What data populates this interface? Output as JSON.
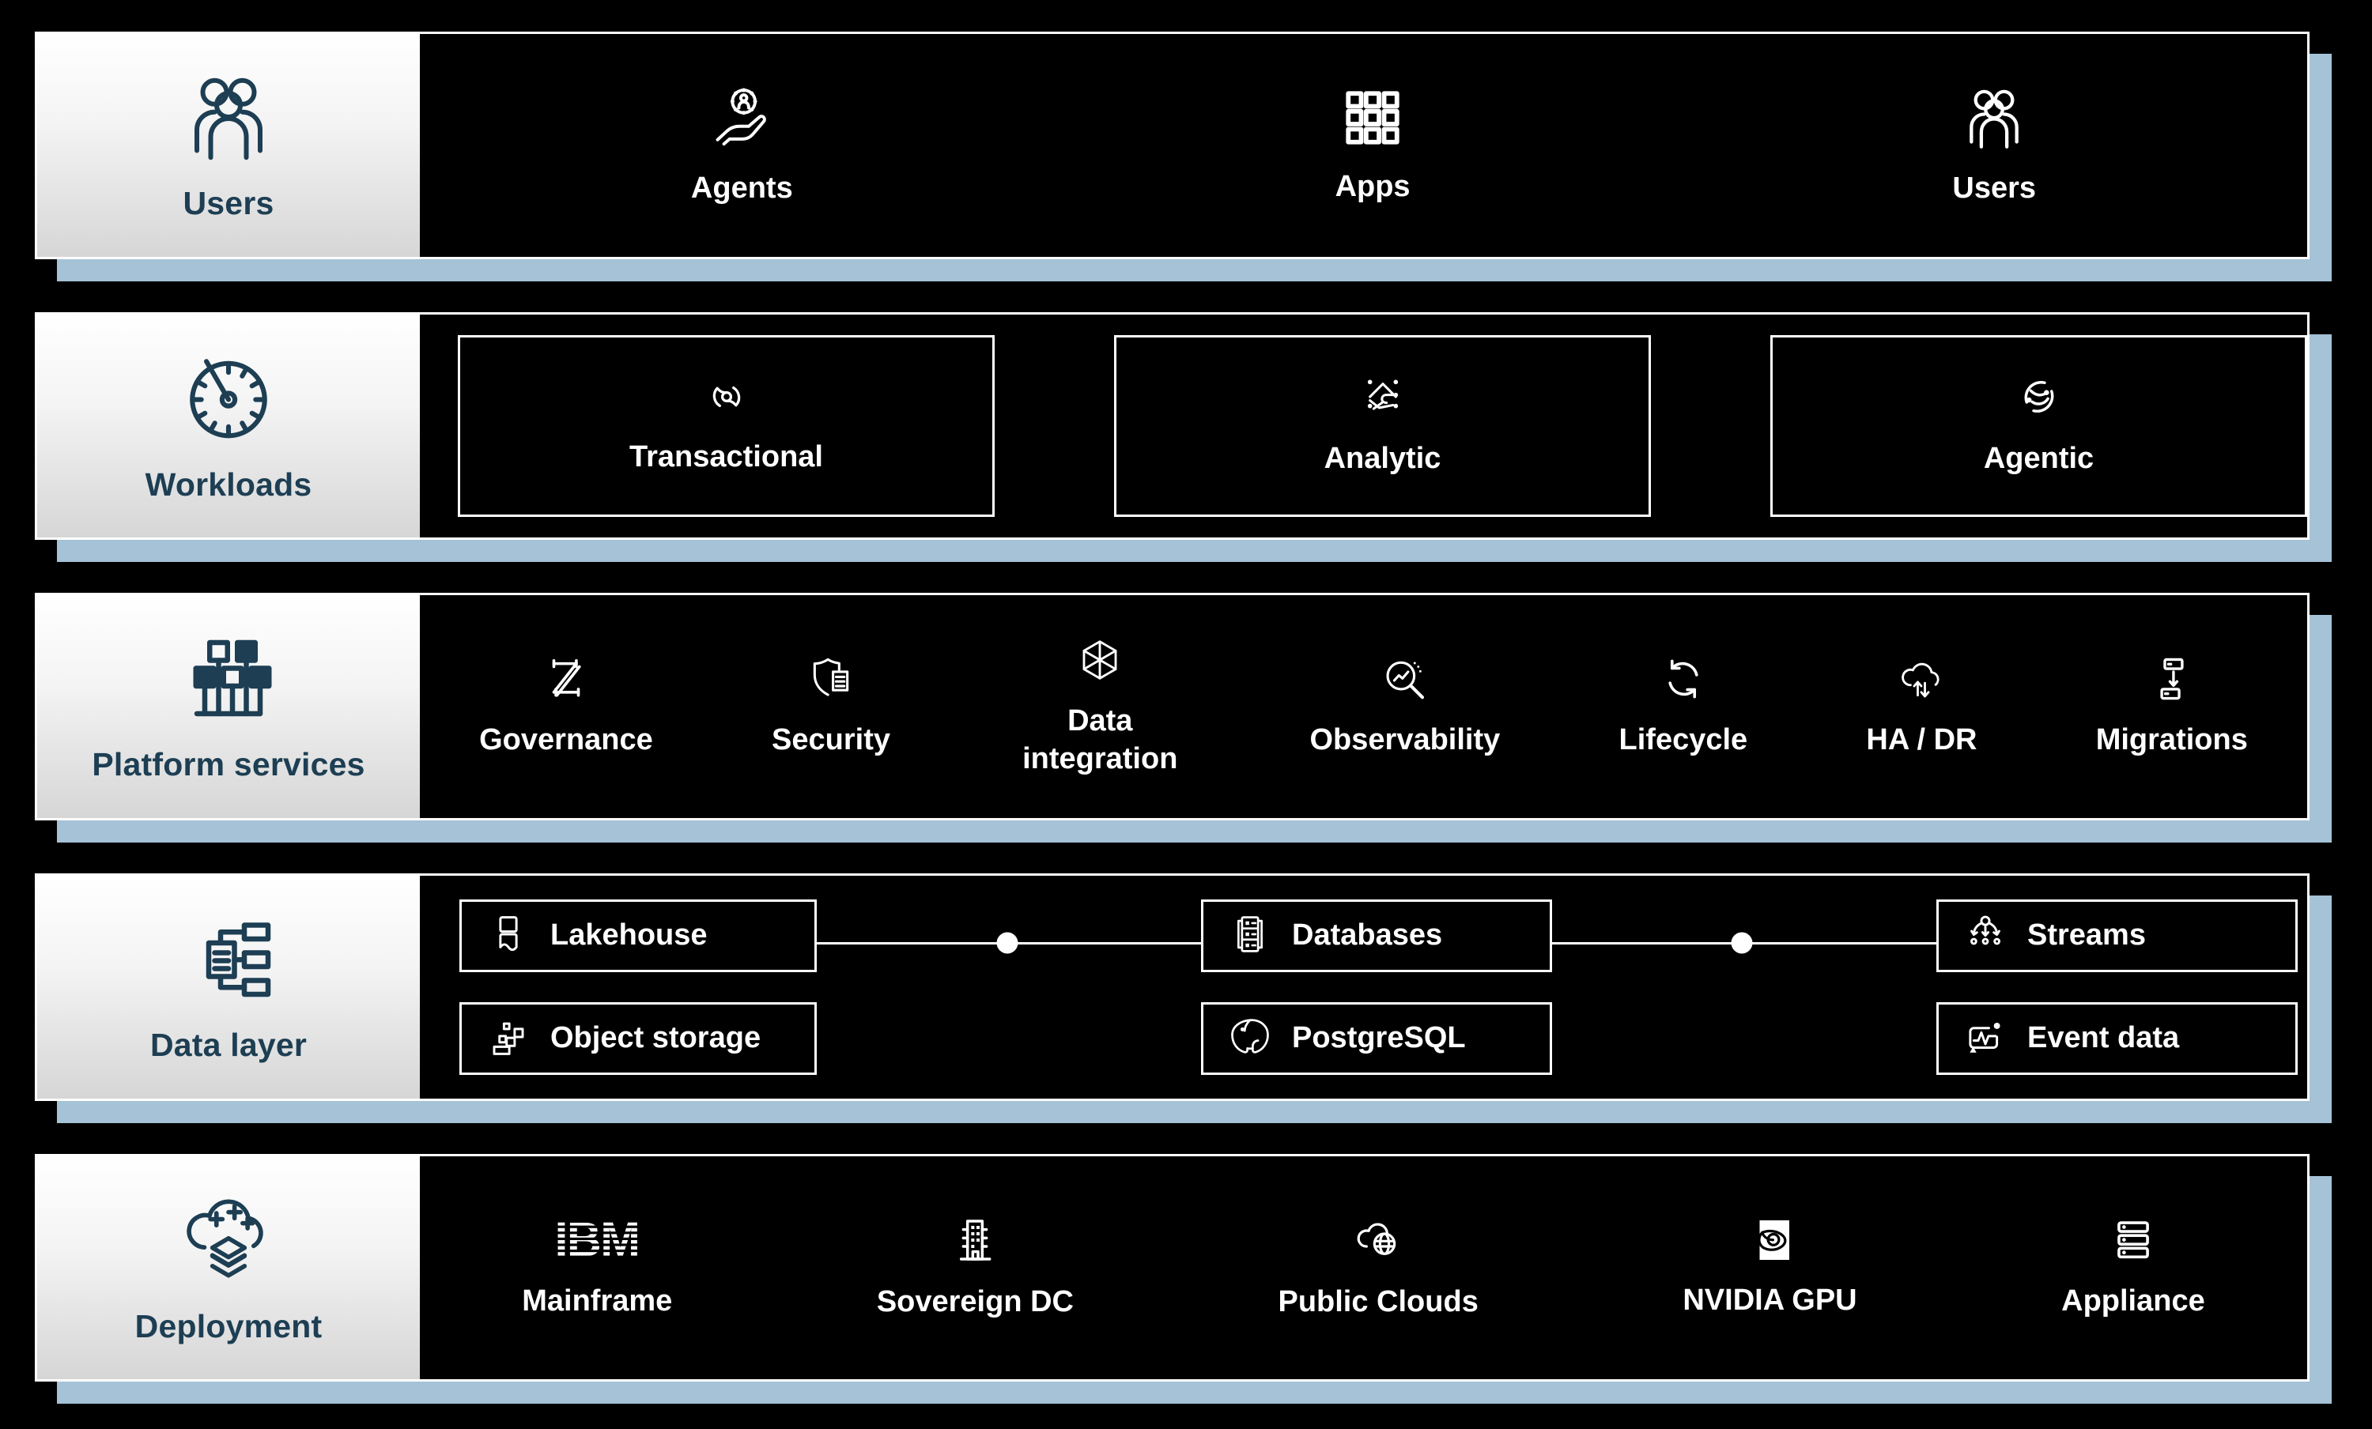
{
  "colors": {
    "background": "#000000",
    "shadow_blue": "#a5c2d6",
    "label_text": "#1d3e53",
    "item_text": "#ffffff",
    "label_gradient_top": "#ffffff",
    "label_gradient_bottom": "#d6d6d6"
  },
  "rows": {
    "users": {
      "label": "Users",
      "items": [
        {
          "label": "Agents",
          "icon": "agents-hand-icon"
        },
        {
          "label": "Apps",
          "icon": "apps-grid-icon"
        },
        {
          "label": "Users",
          "icon": "users-group-icon"
        }
      ]
    },
    "workloads": {
      "label": "Workloads",
      "items": [
        {
          "label": "Transactional",
          "icon": "transactional-cycle-icon"
        },
        {
          "label": "Analytic",
          "icon": "analytic-network-icon"
        },
        {
          "label": "Agentic",
          "icon": "agentic-arrows-icon"
        }
      ]
    },
    "platform": {
      "label": "Platform services",
      "items": [
        {
          "label": "Governance",
          "icon": "governance-icon"
        },
        {
          "label": "Security",
          "icon": "security-shield-icon"
        },
        {
          "label": "Data integration",
          "icon": "data-integration-hexagon-icon"
        },
        {
          "label": "Observability",
          "icon": "observability-magnifier-icon"
        },
        {
          "label": "Lifecycle",
          "icon": "lifecycle-refresh-icon"
        },
        {
          "label": "HA / DR",
          "icon": "ha-dr-cloud-icon"
        },
        {
          "label": "Migrations",
          "icon": "migrations-boxes-icon"
        }
      ]
    },
    "data": {
      "label": "Data layer",
      "columns": [
        {
          "top": "Lakehouse",
          "bottom": "Object storage"
        },
        {
          "top": "Databases",
          "bottom": "PostgreSQL"
        },
        {
          "top": "Streams",
          "bottom": "Event data"
        }
      ]
    },
    "deployment": {
      "label": "Deployment",
      "items": [
        {
          "label": "Mainframe",
          "icon": "ibm-logo"
        },
        {
          "label": "Sovereign DC",
          "icon": "building-icon"
        },
        {
          "label": "Public Clouds",
          "icon": "cloud-globe-icon"
        },
        {
          "label": "NVIDIA GPU",
          "icon": "nvidia-logo"
        },
        {
          "label": "Appliance",
          "icon": "appliance-servers-icon"
        }
      ]
    }
  }
}
